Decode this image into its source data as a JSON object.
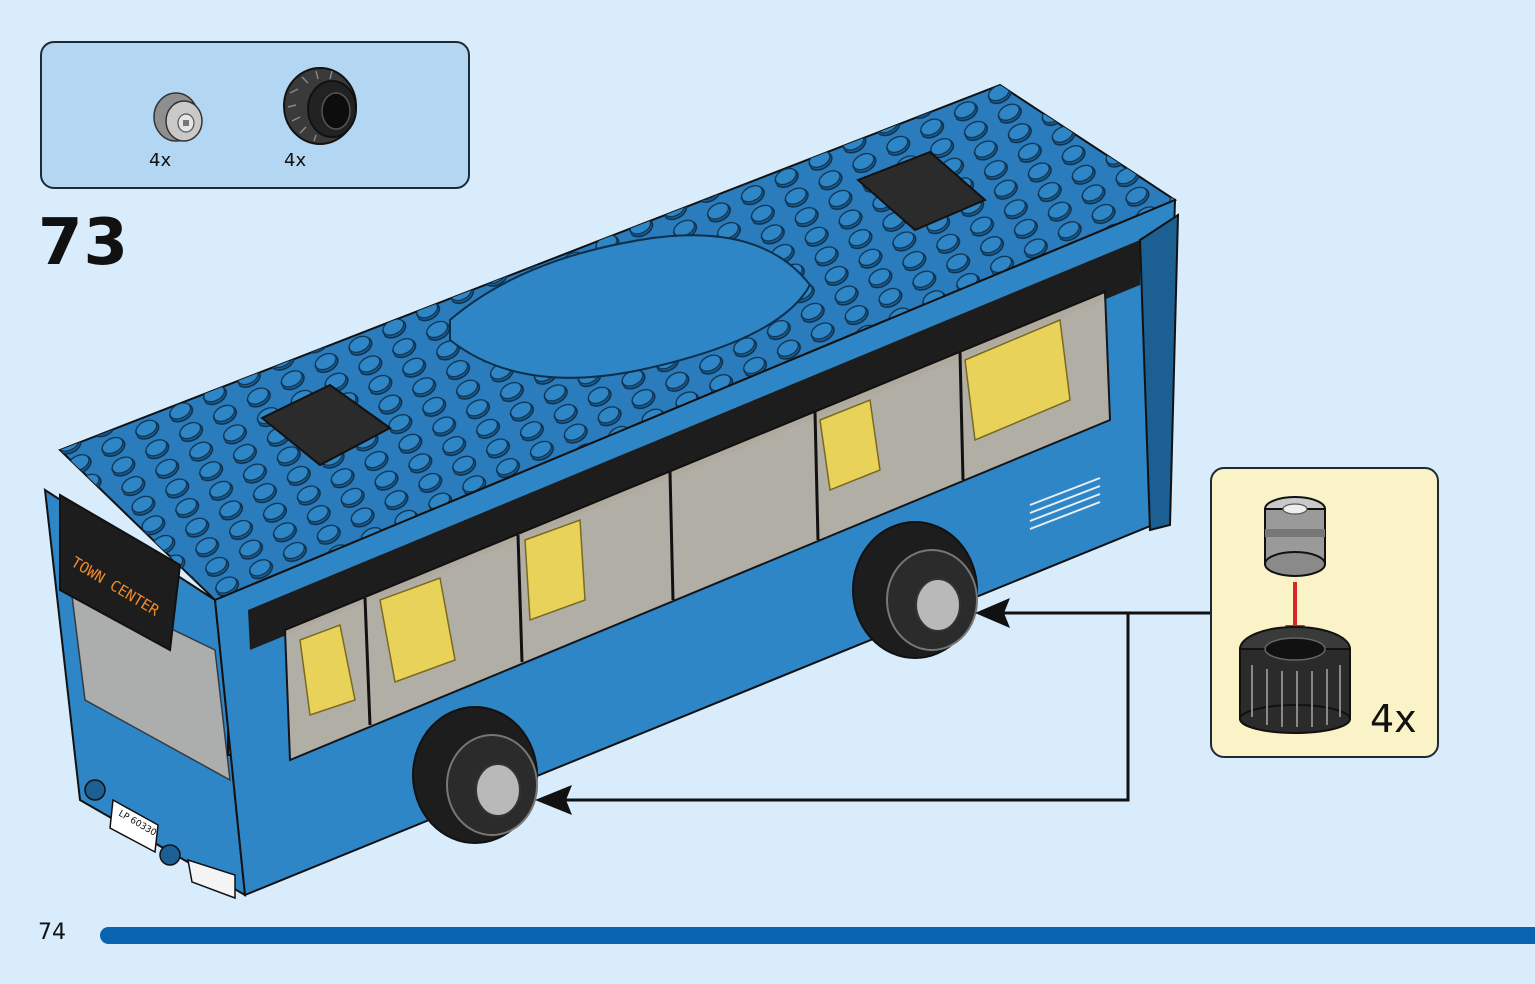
{
  "parts_list": {
    "items": [
      {
        "name": "wheel-rim-grey",
        "qty": "4x"
      },
      {
        "name": "tire-black",
        "qty": "4x"
      }
    ]
  },
  "step": {
    "number": "73"
  },
  "bus": {
    "destination_sign": "TOWN CENTER",
    "plate": "LP 60330"
  },
  "subassembly": {
    "qty": "4x"
  },
  "footer": {
    "page_number": "74"
  },
  "colors": {
    "background": "#d8ecfb",
    "parts_box": "#b3d6f3",
    "callout_box": "#fbf3c8",
    "bus_blue": "#2f86c6",
    "progress_bar": "#0a63b0",
    "arrow_red": "#d9262a"
  }
}
